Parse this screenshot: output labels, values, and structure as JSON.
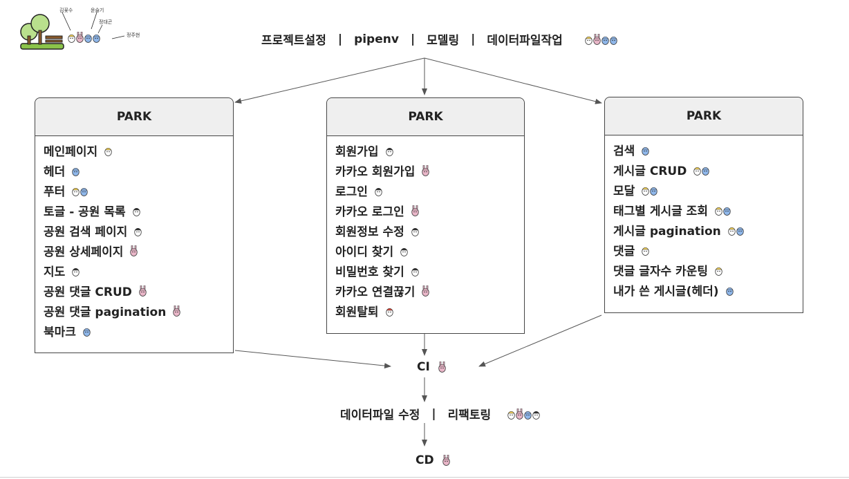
{
  "logo": {
    "names": [
      "김꽃수",
      "윤슬기",
      "정대곤",
      "정주현"
    ]
  },
  "top": {
    "items": [
      "프로젝트설정",
      "pipenv",
      "모델링",
      "데이터파일작업"
    ],
    "separator": "|",
    "avatars": [
      "yellow",
      "bunny",
      "blue",
      "blue"
    ]
  },
  "cards": [
    {
      "title": "PARK",
      "items": [
        {
          "label": "메인페이지",
          "avatars": [
            "yellow"
          ]
        },
        {
          "label": "헤더",
          "avatars": [
            "blue"
          ]
        },
        {
          "label": "푸터",
          "avatars": [
            "yellow",
            "blue"
          ]
        },
        {
          "label": "토글 - 공원 목록",
          "avatars": [
            "dark"
          ]
        },
        {
          "label": "공원 검색 페이지",
          "avatars": [
            "dark"
          ]
        },
        {
          "label": "공원 상세페이지",
          "avatars": [
            "bunny"
          ]
        },
        {
          "label": "지도",
          "avatars": [
            "dark"
          ]
        },
        {
          "label": "공원 댓글 CRUD",
          "avatars": [
            "bunny"
          ]
        },
        {
          "label": "공원 댓글 pagination",
          "avatars": [
            "bunny"
          ]
        },
        {
          "label": "북마크",
          "avatars": [
            "blue"
          ]
        }
      ]
    },
    {
      "title": "PARK",
      "items": [
        {
          "label": "회원가입",
          "avatars": [
            "dark"
          ]
        },
        {
          "label": "카카오 회원가입",
          "avatars": [
            "bunny"
          ]
        },
        {
          "label": "로그인",
          "avatars": [
            "dark"
          ]
        },
        {
          "label": "카카오 로그인",
          "avatars": [
            "bunny"
          ]
        },
        {
          "label": "회원정보 수정",
          "avatars": [
            "dark"
          ]
        },
        {
          "label": "아이디 찾기",
          "avatars": [
            "dark"
          ]
        },
        {
          "label": "비밀번호 찾기",
          "avatars": [
            "dark"
          ]
        },
        {
          "label": "카카오 연결끊기",
          "avatars": [
            "bunny"
          ]
        },
        {
          "label": "회원탈퇴",
          "avatars": [
            "red"
          ]
        }
      ]
    },
    {
      "title": "PARK",
      "items": [
        {
          "label": "검색",
          "avatars": [
            "blue"
          ]
        },
        {
          "label": "게시글 CRUD",
          "avatars": [
            "yellow",
            "blue"
          ]
        },
        {
          "label": "모달",
          "avatars": [
            "yellow",
            "blue"
          ]
        },
        {
          "label": "태그별 게시글 조회",
          "avatars": [
            "yellow",
            "blue"
          ]
        },
        {
          "label": "게시글 pagination",
          "avatars": [
            "yellow",
            "blue"
          ]
        },
        {
          "label": "댓글",
          "avatars": [
            "yellow"
          ]
        },
        {
          "label": "댓글 글자수 카운팅",
          "avatars": [
            "yellow"
          ]
        },
        {
          "label": "내가 쓴 게시글(헤더)",
          "avatars": [
            "blue"
          ]
        }
      ]
    }
  ],
  "ci": {
    "label": "CI",
    "avatars": [
      "bunny"
    ]
  },
  "refactor": {
    "items": [
      "데이터파일 수정",
      "리팩토링"
    ],
    "separator": "|",
    "avatars": [
      "yellow",
      "bunny",
      "blue",
      "dark"
    ]
  },
  "cd": {
    "label": "CD",
    "avatars": [
      "bunny"
    ]
  },
  "colors": {
    "box_border": "#444444",
    "box_header": "#efefef",
    "arrow": "#555555",
    "avatar_yellow": "#f2d15a",
    "avatar_blue": "#8fb7ea",
    "avatar_dark": "#333333",
    "avatar_red": "#d94a3c",
    "avatar_bunny": "#e9b6c8"
  }
}
